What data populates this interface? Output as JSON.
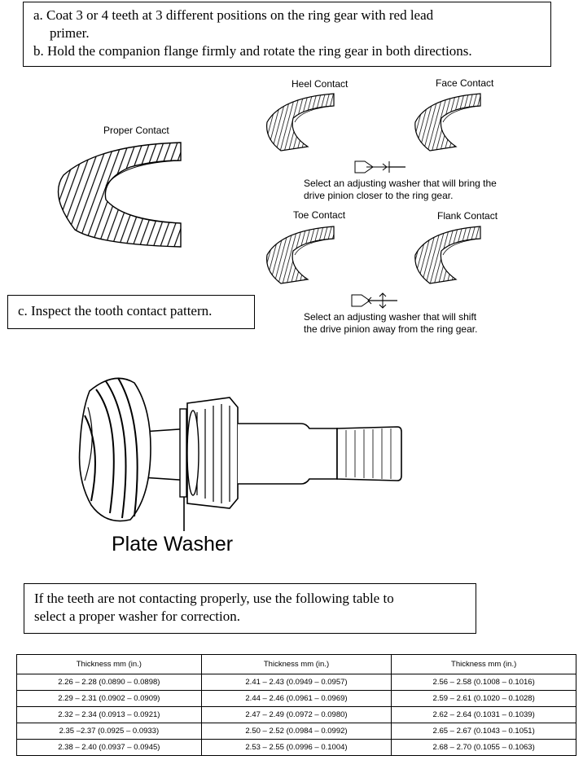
{
  "instructions": {
    "step_a_line1": "a. Coat 3 or 4 teeth at 3 different positions on the ring gear with red lead",
    "step_a_line2": "primer.",
    "step_b": "b. Hold the companion flange firmly and rotate the ring gear in both directions.",
    "step_c": "c. Inspect the tooth contact pattern."
  },
  "contact_diagrams": {
    "proper": "Proper Contact",
    "heel": "Heel Contact",
    "face": "Face Contact",
    "toe": "Toe Contact",
    "flank": "Flank Contact",
    "note_closer_line1": "Select an adjusting washer that will bring the",
    "note_closer_line2": "drive pinion closer to the ring gear.",
    "note_away_line1": "Select an adjusting washer that will shift",
    "note_away_line2": "the drive pinion away from the ring gear."
  },
  "pinion": {
    "label": "Plate Washer"
  },
  "correction_note": {
    "line1": "If the teeth are not contacting properly, use the following table to",
    "line2": "select a proper washer for correction."
  },
  "washer_table": {
    "headers": [
      "Thickness    mm (in.)",
      "Thickness    mm (in.)",
      "Thickness    mm (in.)"
    ],
    "rows": [
      [
        "2.26 – 2.28 (0.0890 – 0.0898)",
        "2.41 – 2.43 (0.0949 – 0.0957)",
        "2.56 – 2.58 (0.1008 – 0.1016)"
      ],
      [
        "2.29 – 2.31 (0.0902 – 0.0909)",
        "2.44 – 2.46 (0.0961 – 0.0969)",
        "2.59 – 2.61 (0.1020 – 0.1028)"
      ],
      [
        "2.32 – 2.34 (0.0913 – 0.0921)",
        "2.47 – 2.49 (0.0972 – 0.0980)",
        "2.62 – 2.64 (0.1031 – 0.1039)"
      ],
      [
        "2.35 –2.37 (0.0925 – 0.0933)",
        "2.50 – 2.52 (0.0984 – 0.0992)",
        "2.65 – 2.67 (0.1043 – 0.1051)"
      ],
      [
        "2.38 – 2.40 (0.0937 – 0.0945)",
        "2.53 – 2.55 (0.0996 – 0.1004)",
        "2.68 – 2.70 (0.1055 – 0.1063)"
      ]
    ]
  }
}
